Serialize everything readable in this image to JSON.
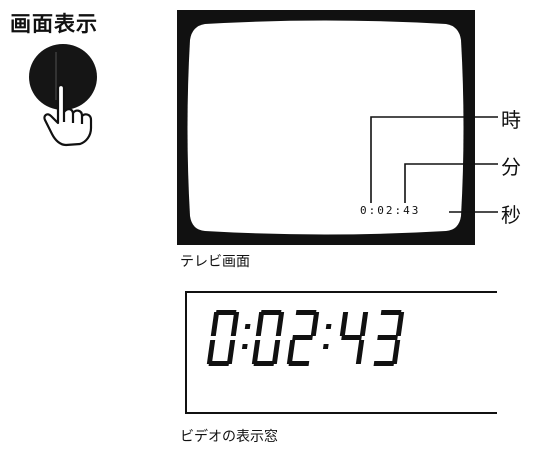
{
  "button": {
    "label": "画面表示",
    "icon": "hand-pointer-icon"
  },
  "tv_screen": {
    "time_readout": "0:02:43",
    "caption": "テレビ画面",
    "annotations": {
      "hours": "時",
      "minutes": "分",
      "seconds": "秒"
    }
  },
  "video_display": {
    "time_readout": "0:02:43",
    "caption": "ビデオの表示窓"
  }
}
